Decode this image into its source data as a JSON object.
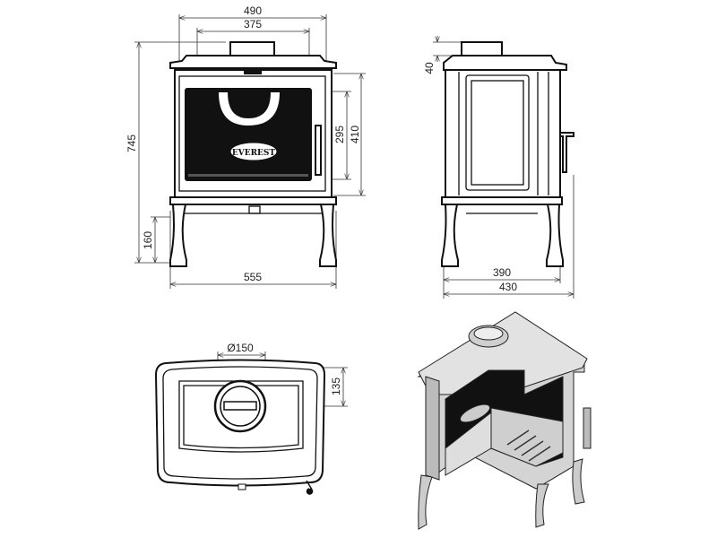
{
  "drawing": {
    "brand_logo": "EVEREST",
    "front_view": {
      "width_total": "490",
      "width_top": "375",
      "height_total": "745",
      "leg_height": "160",
      "door_glass_height": "295",
      "door_height": "410",
      "base_width": "555"
    },
    "side_view": {
      "flue_height": "40",
      "depth_body": "390",
      "depth_total": "430"
    },
    "top_view": {
      "flue_diameter": "Ø150",
      "flue_offset": "135"
    }
  },
  "colors": {
    "line": "#111111",
    "fill_dark": "#111111",
    "iso_fill": "#c8c8c8"
  }
}
